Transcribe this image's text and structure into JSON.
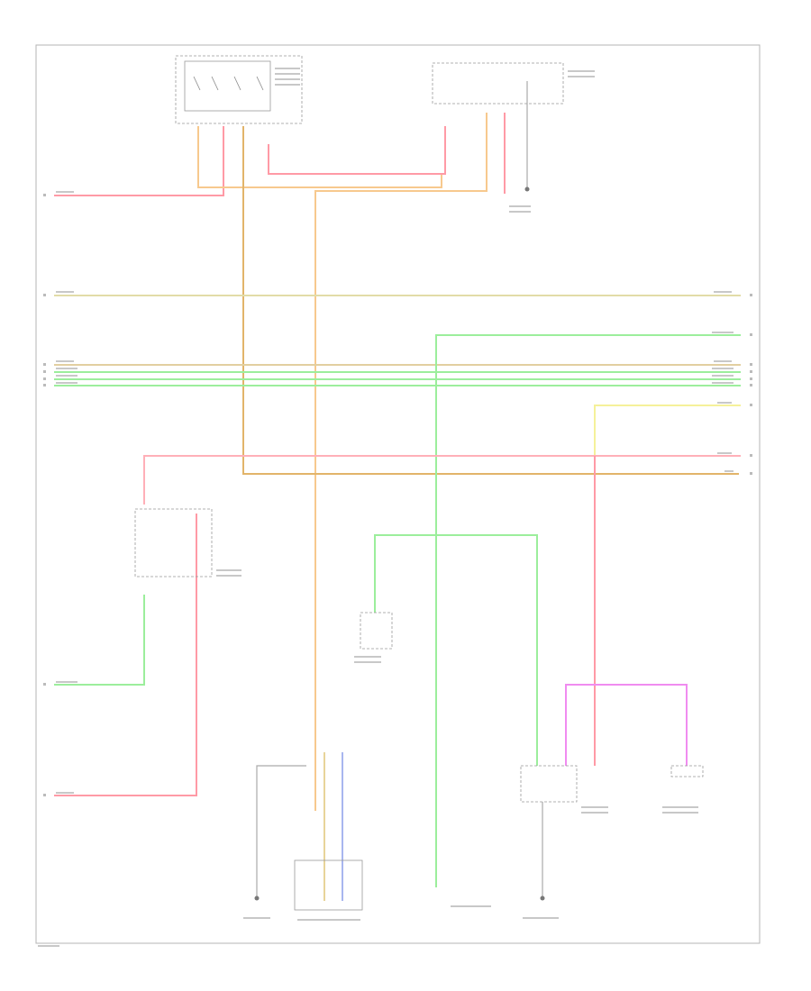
{
  "diagram": {
    "figure_id": "",
    "colors": {
      "pink": "#ff9aa6",
      "orange": "#f7c98e",
      "tan": "#e2cfa0",
      "green": "#9cee9c",
      "yellow": "#f5f19a",
      "violet": "#f08cf0",
      "blue": "#a8b6ef",
      "gray": "#999999"
    },
    "icons": [
      "ground-symbol",
      "connector-arrow",
      "switch-contact"
    ]
  }
}
